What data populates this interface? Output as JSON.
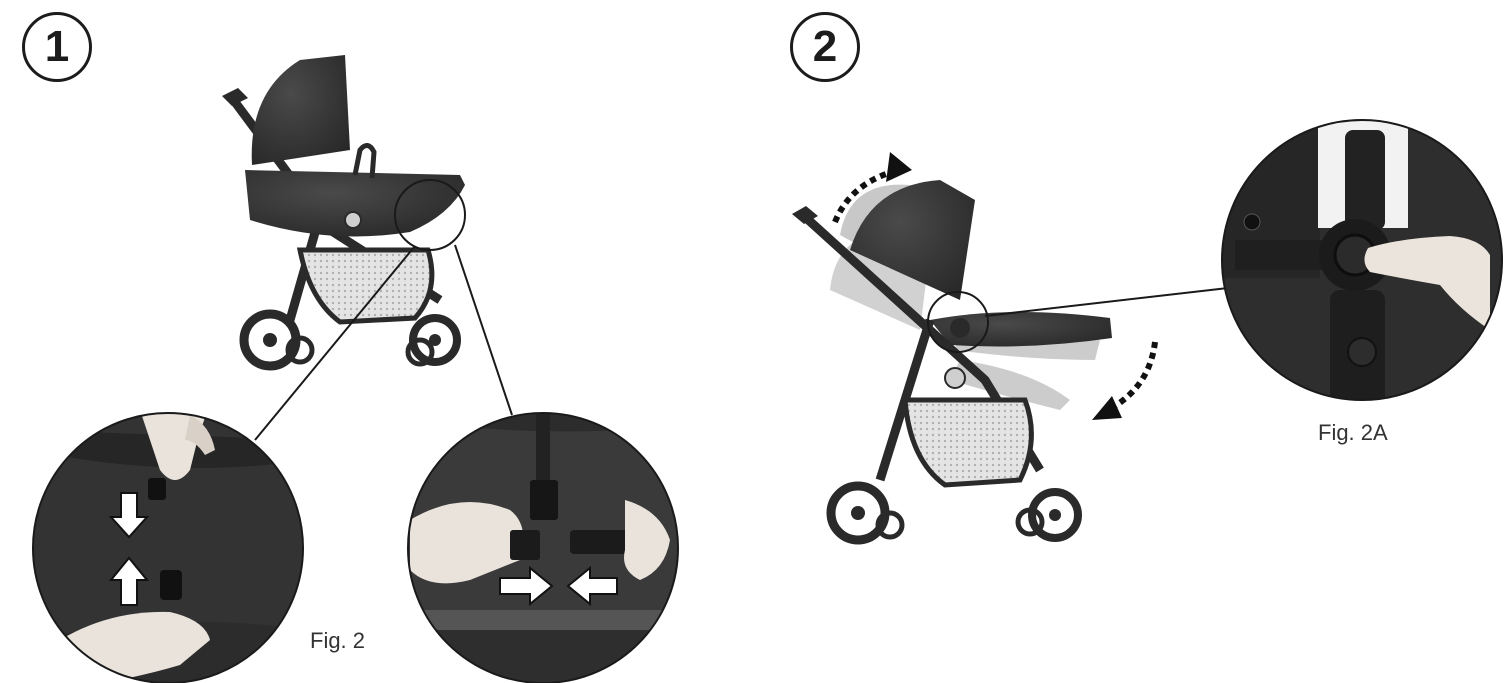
{
  "steps": [
    {
      "number": "1"
    },
    {
      "number": "2"
    }
  ],
  "captions": {
    "fig2": "Fig. 2",
    "fig2a": "Fig. 2A"
  },
  "colors": {
    "fabric": "#3a3a3a",
    "frame": "#2a2a2a",
    "basket": "#d8d8d8",
    "ghost": "#8a8a8a",
    "line": "#1a1a1a",
    "arrow_fill": "#ffffff"
  }
}
